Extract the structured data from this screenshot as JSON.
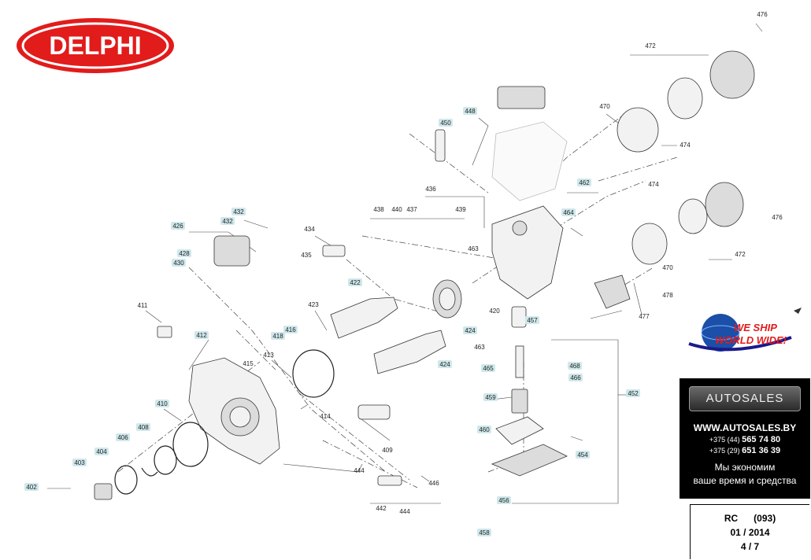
{
  "brand": {
    "logo_text": "DELPHI",
    "logo_color": "#e21b1b"
  },
  "callouts": [
    "476",
    "472",
    "470",
    "474",
    "448",
    "450",
    "462",
    "436",
    "438",
    "440",
    "437",
    "439",
    "464",
    "432",
    "426",
    "428",
    "430",
    "434",
    "435",
    "463",
    "420",
    "422",
    "411",
    "423",
    "416",
    "418",
    "413",
    "412",
    "415",
    "424",
    "457",
    "465",
    "468",
    "466",
    "452",
    "410",
    "414",
    "459",
    "460",
    "408",
    "406",
    "404",
    "409",
    "403",
    "402",
    "444",
    "446",
    "442",
    "454",
    "456",
    "458",
    "478",
    "477"
  ],
  "highlight_color": "#cfe8ec",
  "promo": {
    "ship_line1": "WE SHIP",
    "ship_line2": "WORLD WIDE!",
    "badge": "AUTOSALES",
    "url": "WWW.AUTOSALES.BY",
    "phone1_prefix": "+375 (44)",
    "phone1": "565 74 80",
    "phone2_prefix": "+375 (29)",
    "phone2": "651 36 39",
    "slogan1": "Мы экономим",
    "slogan2": "ваше время и средства"
  },
  "doc_info": {
    "code": "RC",
    "number": "(093)",
    "date": "01 / 2014",
    "page": "4 / 7"
  }
}
